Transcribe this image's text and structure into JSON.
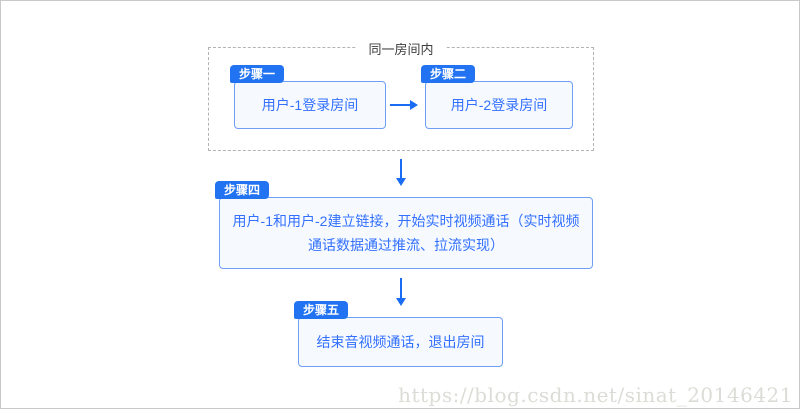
{
  "room": {
    "label": "同一房间内"
  },
  "steps": [
    {
      "badge": "步骤一",
      "text": "用户-1登录房间"
    },
    {
      "badge": "步骤二",
      "text": "用户-2登录房间"
    },
    {
      "badge": "步骤四",
      "text": "用户-1和用户-2建立链接，开始实时视频通话（实时视频通话数据通过推流、拉流实现）"
    },
    {
      "badge": "步骤五",
      "text": "结束音视频通话，退出房间"
    }
  ],
  "watermark": "https://blog.csdn.net/sinat_20146421",
  "colors": {
    "badge_bg": "#2273f2",
    "card_border": "#6f9ff4",
    "card_bg": "#f6faff",
    "card_text": "#3370ff",
    "arrow": "#1a6df2",
    "dashed_border": "#b3b3b3",
    "room_label_text": "#3d3d3d",
    "watermark_text": "#dcdcd7"
  }
}
